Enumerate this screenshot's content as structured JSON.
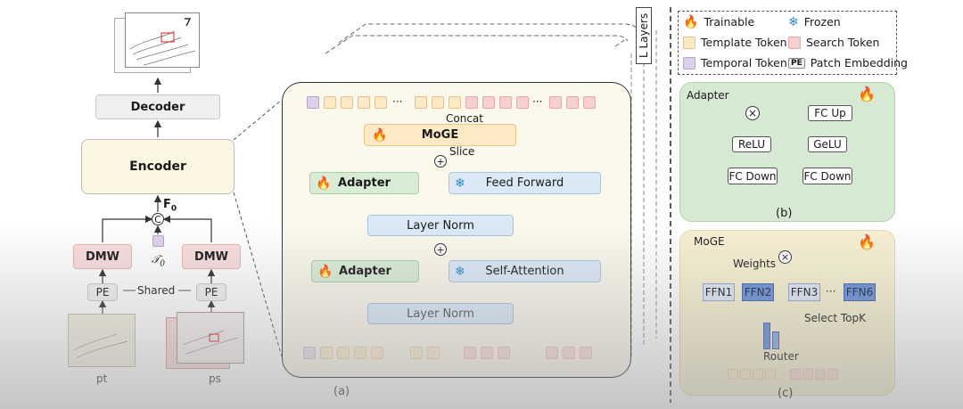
{
  "left": {
    "decoder": "Decoder",
    "encoder": "Encoder",
    "f0": "F",
    "f0_sub": "0",
    "concat_symbol": "C",
    "t0": "𝒯",
    "t0_sub": "0",
    "dmw_left": "DMW",
    "dmw_right": "DMW",
    "pe_left": "PE",
    "pe_right": "PE",
    "shared": "Shared",
    "pt": "pt",
    "ps": "ps"
  },
  "middle": {
    "ellipsis1": "···",
    "ellipsis2": "···",
    "concat": "Concat",
    "moge": "MoGE",
    "slice": "Slice",
    "adapter_top": "Adapter",
    "feed_forward": "Feed Forward",
    "layer_norm_top": "Layer Norm",
    "adapter_bottom": "Adapter",
    "self_attention": "Self-Attention",
    "layer_norm_bottom": "Layer Norm",
    "layers": "L Layers",
    "caption": "(a)"
  },
  "legend": {
    "trainable": "Trainable",
    "frozen": "Frozen",
    "template_token": "Template Token",
    "search_token": "Search Token",
    "temporal_token": "Temporal Token",
    "pe_badge": "PE",
    "patch_embedding": "Patch Embedding"
  },
  "adapter_panel": {
    "title": "Adapter",
    "fc_up": "FC Up",
    "relu": "ReLU",
    "gelu": "GeLU",
    "fc_down_left": "FC Down",
    "fc_down_right": "FC Down",
    "caption": "(b)"
  },
  "moge_panel": {
    "title": "MoGE",
    "weights": "Weights",
    "ffn1": "FFN1",
    "ffn2": "FFN2",
    "ffn3": "FFN3",
    "ffn6": "FFN6",
    "dots": "···",
    "select_topk": "Select TopK",
    "router": "Router",
    "caption": "(c)"
  },
  "colors": {
    "template": "#fde9c4",
    "search": "#f7cfcf",
    "temporal": "#ddd0ea",
    "adapter_green": "#d9ecd6",
    "frozen_blue": "#dbe9f7",
    "adapter_panel_bg": "#d6ead3",
    "moge_panel_bg": "#f7f0d2"
  }
}
